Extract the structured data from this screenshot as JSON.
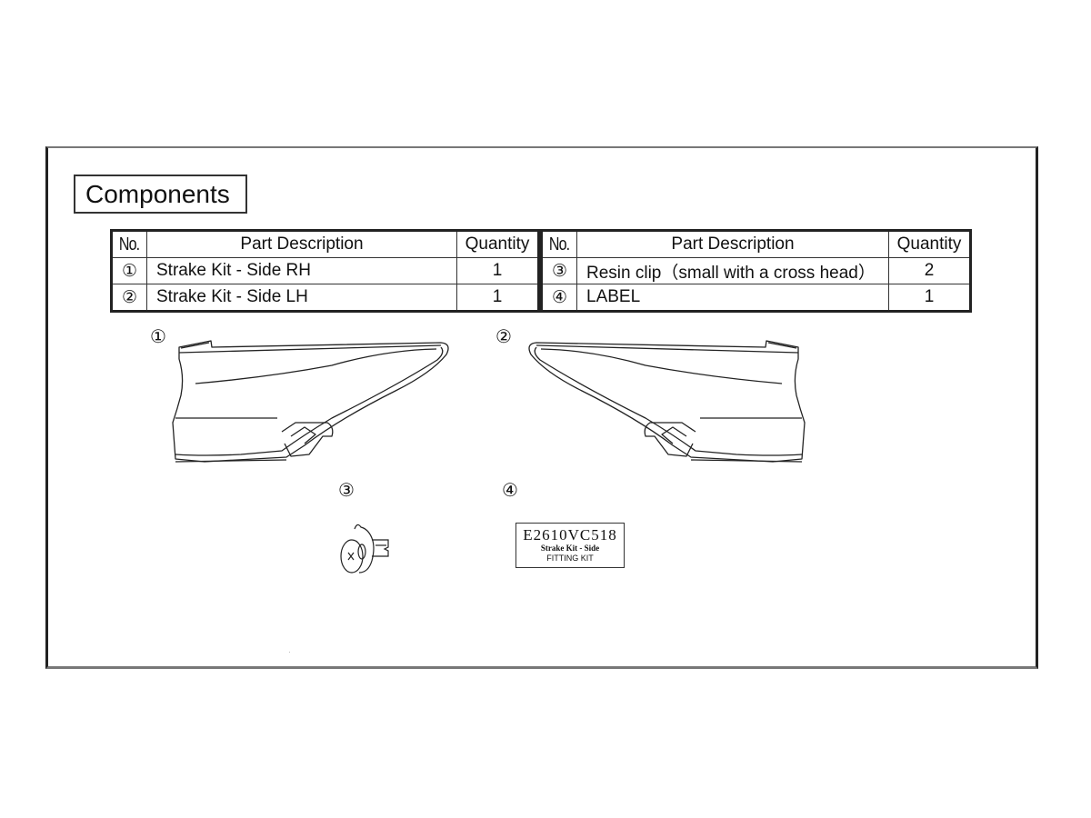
{
  "section": {
    "title": "Components"
  },
  "table": {
    "headers": {
      "no": "No.",
      "description": "Part Description",
      "quantity": "Quantity"
    },
    "left_rows": [
      {
        "no": "①",
        "description": "Strake Kit - Side RH",
        "quantity": "1"
      },
      {
        "no": "②",
        "description": "Strake Kit - Side LH",
        "quantity": "1"
      }
    ],
    "right_rows": [
      {
        "no": "③",
        "description": "Resin clip（small with a cross head）",
        "quantity": "2"
      },
      {
        "no": "④",
        "description": "LABEL",
        "quantity": "1"
      }
    ]
  },
  "illustrations": {
    "callouts": [
      "①",
      "②",
      "③",
      "④"
    ],
    "label": {
      "code": "E2610VC518",
      "line1": "Strake Kit - Side",
      "line2": "FITTING KIT"
    }
  }
}
